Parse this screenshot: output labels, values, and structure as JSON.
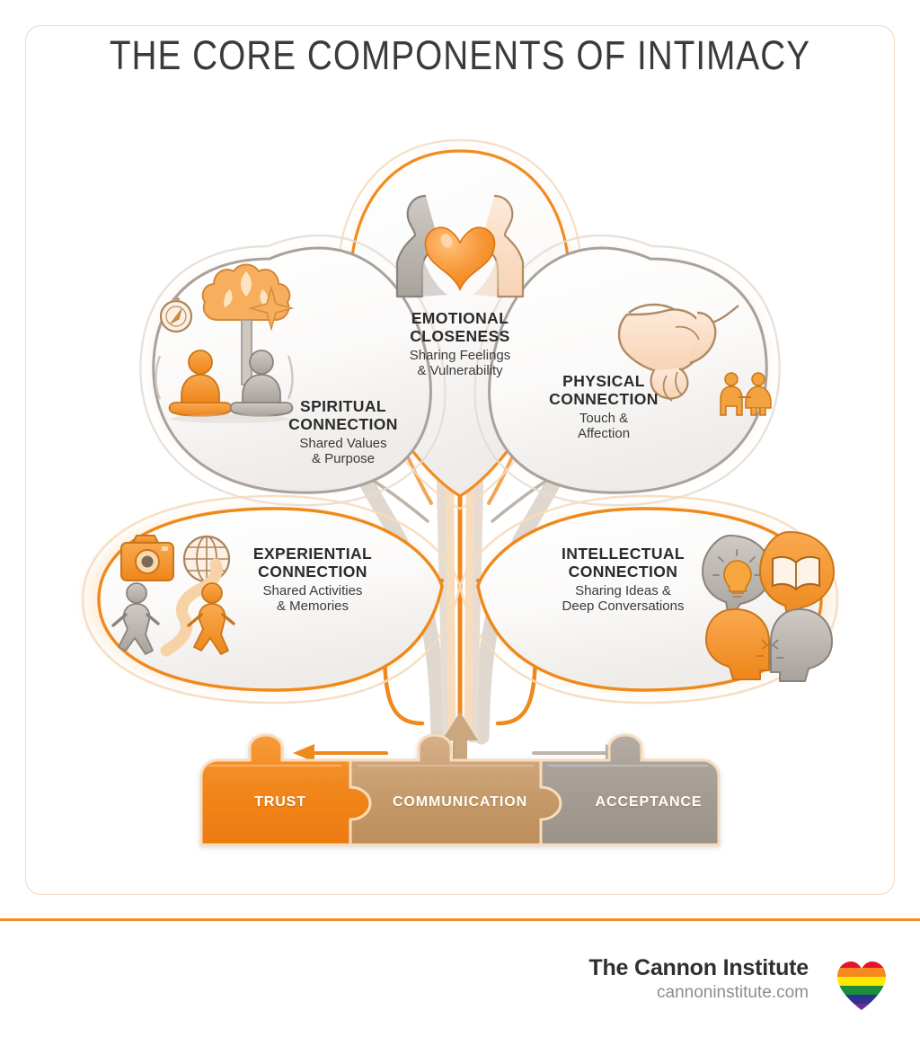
{
  "header": {
    "title": "THE CORE COMPONENTS OF INTIMACY"
  },
  "colors": {
    "accent_orange": "#F28C20",
    "accent_orange_deep": "#ED7D14",
    "petal_gray": "#A9A19B",
    "puzzle_trust": "#F08A20",
    "puzzle_communication": "#C79A6B",
    "puzzle_acceptance": "#A39A92",
    "card_border": "#F0D8BD",
    "text_dark": "#2B2B2B",
    "text_muted": "#8D8D8D"
  },
  "diagram": {
    "type": "radial-petal-infographic",
    "center_label": "intimacy-core-stem",
    "petals": [
      {
        "id": "emotional",
        "position": "top",
        "title": "EMOTIONAL\nCLOSENESS",
        "subtitle": "Sharing Feelings\n& Vulnerability",
        "outline_color": "#F28C20",
        "icons": [
          "couple-embracing-icon",
          "heart-icon"
        ]
      },
      {
        "id": "spiritual",
        "position": "upper-left",
        "title": "SPIRITUAL\nCONNECTION",
        "subtitle": "Shared Values\n& Purpose",
        "outline_color": "#A9A19B",
        "icons": [
          "compass-icon",
          "tree-icon",
          "sparkle-icon",
          "meditating-figures-icon"
        ]
      },
      {
        "id": "physical",
        "position": "upper-right",
        "title": "PHYSICAL\nCONNECTION",
        "subtitle": "Touch &\nAffection",
        "outline_color": "#A9A19B",
        "icons": [
          "holding-hands-icon",
          "couple-figures-icon"
        ]
      },
      {
        "id": "experiential",
        "position": "lower-left",
        "title": "EXPERIENTIAL\nCONNECTION",
        "subtitle": "Shared Activities\n& Memories",
        "outline_color": "#F28C20",
        "icons": [
          "camera-icon",
          "globe-icon",
          "walking-figures-icon",
          "path-icon"
        ]
      },
      {
        "id": "intellectual",
        "position": "lower-right",
        "title": "INTELLECTUAL\nCONNECTION",
        "subtitle": "Sharing Ideas &\nDeep Conversations",
        "outline_color": "#F28C20",
        "icons": [
          "lightbulb-bubble-icon",
          "open-book-bubble-icon",
          "two-heads-icon"
        ]
      }
    ],
    "foundation": {
      "label": "puzzle-foundation",
      "pieces": [
        {
          "id": "trust",
          "label": "TRUST",
          "color": "#F08A20"
        },
        {
          "id": "communication",
          "label": "COMMUNICATION",
          "color": "#C79A6B"
        },
        {
          "id": "acceptance",
          "label": "ACCEPTANCE",
          "color": "#A39A92"
        }
      ]
    }
  },
  "footer": {
    "brand_name": "The Cannon Institute",
    "brand_url": "cannoninstitute.com",
    "pride_heart_colors": [
      "#E8112D",
      "#F68A1E",
      "#FFE800",
      "#1A8E3A",
      "#2E3192",
      "#6F2C91"
    ]
  }
}
